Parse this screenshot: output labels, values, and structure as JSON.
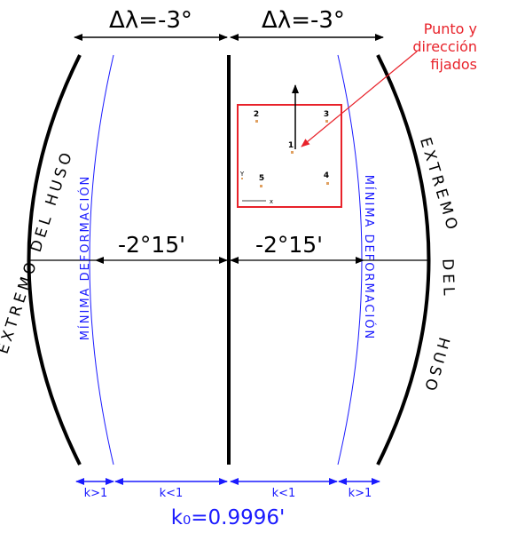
{
  "top_labels": {
    "left": "Δλ=-3°",
    "right": "Δλ=-3°"
  },
  "mid_labels": {
    "left": "-2°15'",
    "right": "-2°15'"
  },
  "zone_edge_label": {
    "left": "EXTREMO DEL HUSO",
    "right_line1": "EXTREMO",
    "right_line2": "DEL",
    "right_line3": "HUSO"
  },
  "min_deformation_label": {
    "left": "MÍNIMA DEFORMACIÓN",
    "right": "MÍNIMA DEFORMACIÓN"
  },
  "annotation": {
    "line1": "Punto y",
    "line2": "dirección",
    "line3": "fijados"
  },
  "inset": {
    "point_labels": [
      "1",
      "2",
      "3",
      "4",
      "5"
    ],
    "axis_y": "Y",
    "axis_x": "x"
  },
  "bottom_labels": {
    "k_left_outer": "k>1",
    "k_left_inner": "k<1",
    "k_right_inner": "k<1",
    "k_right_outer": "k>1"
  },
  "scale_factor": "k₀=0.9996'",
  "colors": {
    "black": "#000000",
    "blue": "#1a1aff",
    "red": "#e8222a",
    "point": "#e0a060"
  }
}
